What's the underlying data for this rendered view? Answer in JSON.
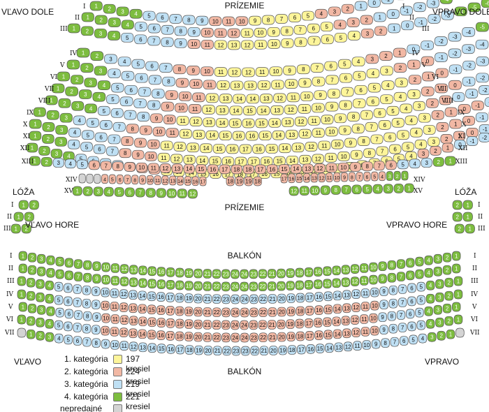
{
  "colors": {
    "cat1": "#fdf59a",
    "cat2": "#f2b8a4",
    "cat3": "#bfe0f4",
    "cat4": "#7dbd3f",
    "unsold": "#d4d4d4",
    "stroke": "#555555",
    "text": "#111111"
  },
  "labels": {
    "prizemie_top": "PRÍZEMIE",
    "prizemie_mid": "PRÍZEMIE",
    "vlavo_dole": "VĽAVO DOLE",
    "vpravo_dole": "VPRAVO DOLE",
    "loza_left": "LÓŽA",
    "loza_right": "LÓŽA",
    "vlavo_hore": "VĽAVO HORE",
    "vpravo_hore": "VPRAVO HORE",
    "balkon_top": "BALKÓN",
    "balkon_bottom": "BALKÓN",
    "vlavo": "VĽAVO",
    "vpravo": "VPRAVO"
  },
  "legend": [
    {
      "label": "1. kategória",
      "count": "197 kresiel",
      "color_key": "cat1"
    },
    {
      "label": "2. kategória",
      "count": "224 kresiel",
      "color_key": "cat2"
    },
    {
      "label": "3. kategória",
      "count": "219 kresiel",
      "color_key": "cat3"
    },
    {
      "label": "4. kategória",
      "count": "221 kresiel",
      "color_key": "cat4"
    },
    {
      "label": "nepredajné",
      "count": "",
      "color_key": "unsold"
    }
  ],
  "row_labels": {
    "front": [
      "I",
      "II",
      "III"
    ],
    "parterre": [
      "IV",
      "V",
      "VI",
      "VII",
      "VIII",
      "IX",
      "X",
      "XI",
      "XII",
      "XIII"
    ],
    "lower_blocks": [
      "XIV",
      "XV"
    ],
    "boxes": [
      "I",
      "II",
      "III"
    ],
    "balcony": [
      "I",
      "II",
      "III",
      "IV",
      "V",
      "VI",
      "VII"
    ]
  },
  "sections": [
    {
      "id": "front",
      "rows": [
        {
          "n": 21,
          "pattern": "4,4 3,5 2,3 1,5 2,3 3,5 4,4"
        },
        {
          "n": 23,
          "pattern": "4,4 3,5 2,3 1,7 2,3 3,5 4,4"
        },
        {
          "n": 25,
          "pattern": "4,4 3,5 2,2 1,11 2,2 3,5 4,4"
        }
      ]
    },
    {
      "id": "parterre",
      "rows": [
        {
          "n": 24,
          "pattern": "4,2 3,5 2,3 1,11 2,3 3,5 4,2"
        },
        {
          "n": 26,
          "pattern": "4,3 3,5 2,3 1,13 2,3 3,5 4,3"
        },
        {
          "n": 28,
          "pattern": "4,4 3,4 2,3 1,15 2,3 3,4 4,4"
        },
        {
          "n": 29,
          "pattern": "4,4 3,4 2,3 1,16 2,3 3,4 4,4"
        },
        {
          "n": 31,
          "pattern": "4,4 3,4 2,2 1,19 2,2 3,4 4,4"
        },
        {
          "n": 32,
          "pattern": "4,3 3,4 2,4 1,19 2,4 3,4 4,3"
        },
        {
          "n": 33,
          "pattern": "4,3 3,4 2,3 1,21 2,3 3,4 4,3"
        },
        {
          "n": 34,
          "pattern": "4,3 3,4 2,3 1,22 2,3 3,4 4,3"
        },
        {
          "n": 35,
          "pattern": "4,4 3,4 2,3 1,21 2,3 3,4 4,4"
        },
        {
          "n": 36,
          "pattern": "4,2 3,3 2,26 3,3 4,2"
        }
      ]
    },
    {
      "id": "block_left_xiv",
      "rows": [
        {
          "n": 17,
          "pattern": "0,3 2,14"
        }
      ]
    },
    {
      "id": "block_left_xv",
      "rows": [
        {
          "n": 12,
          "pattern": "4,12"
        }
      ]
    },
    {
      "id": "block_center",
      "rows": [
        {
          "n": 4,
          "pattern": "2,4"
        }
      ]
    },
    {
      "id": "block_right_xiv",
      "rows": [
        {
          "n": 17,
          "pattern": "2,14 4,3"
        }
      ]
    },
    {
      "id": "block_right_xv",
      "rows": [
        {
          "n": 12,
          "pattern": "4,12"
        }
      ]
    },
    {
      "id": "box_left",
      "rows": [
        {
          "n": 2,
          "pattern": "4,2"
        },
        {
          "n": 2,
          "pattern": "4,2"
        },
        {
          "n": 2,
          "pattern": "4,2"
        }
      ]
    },
    {
      "id": "box_right",
      "rows": [
        {
          "n": 2,
          "pattern": "4,2"
        },
        {
          "n": 2,
          "pattern": "4,2"
        },
        {
          "n": 2,
          "pattern": "4,2"
        }
      ]
    },
    {
      "id": "balcony",
      "rows": [
        {
          "n": 48,
          "pattern": "4,48"
        },
        {
          "n": 48,
          "pattern": "4,48"
        },
        {
          "n": 48,
          "pattern": "4,4 3,40 4,4"
        },
        {
          "n": 48,
          "pattern": "4,4 3,5 2,30 3,5 4,4"
        },
        {
          "n": 48,
          "pattern": "4,4 3,5 2,30 3,5 4,4"
        },
        {
          "n": 48,
          "pattern": "4,4 3,5 2,30 3,5 4,4"
        },
        {
          "n": 48,
          "pattern": "0,1 4,3 3,40 4,3 0,1"
        }
      ]
    }
  ]
}
